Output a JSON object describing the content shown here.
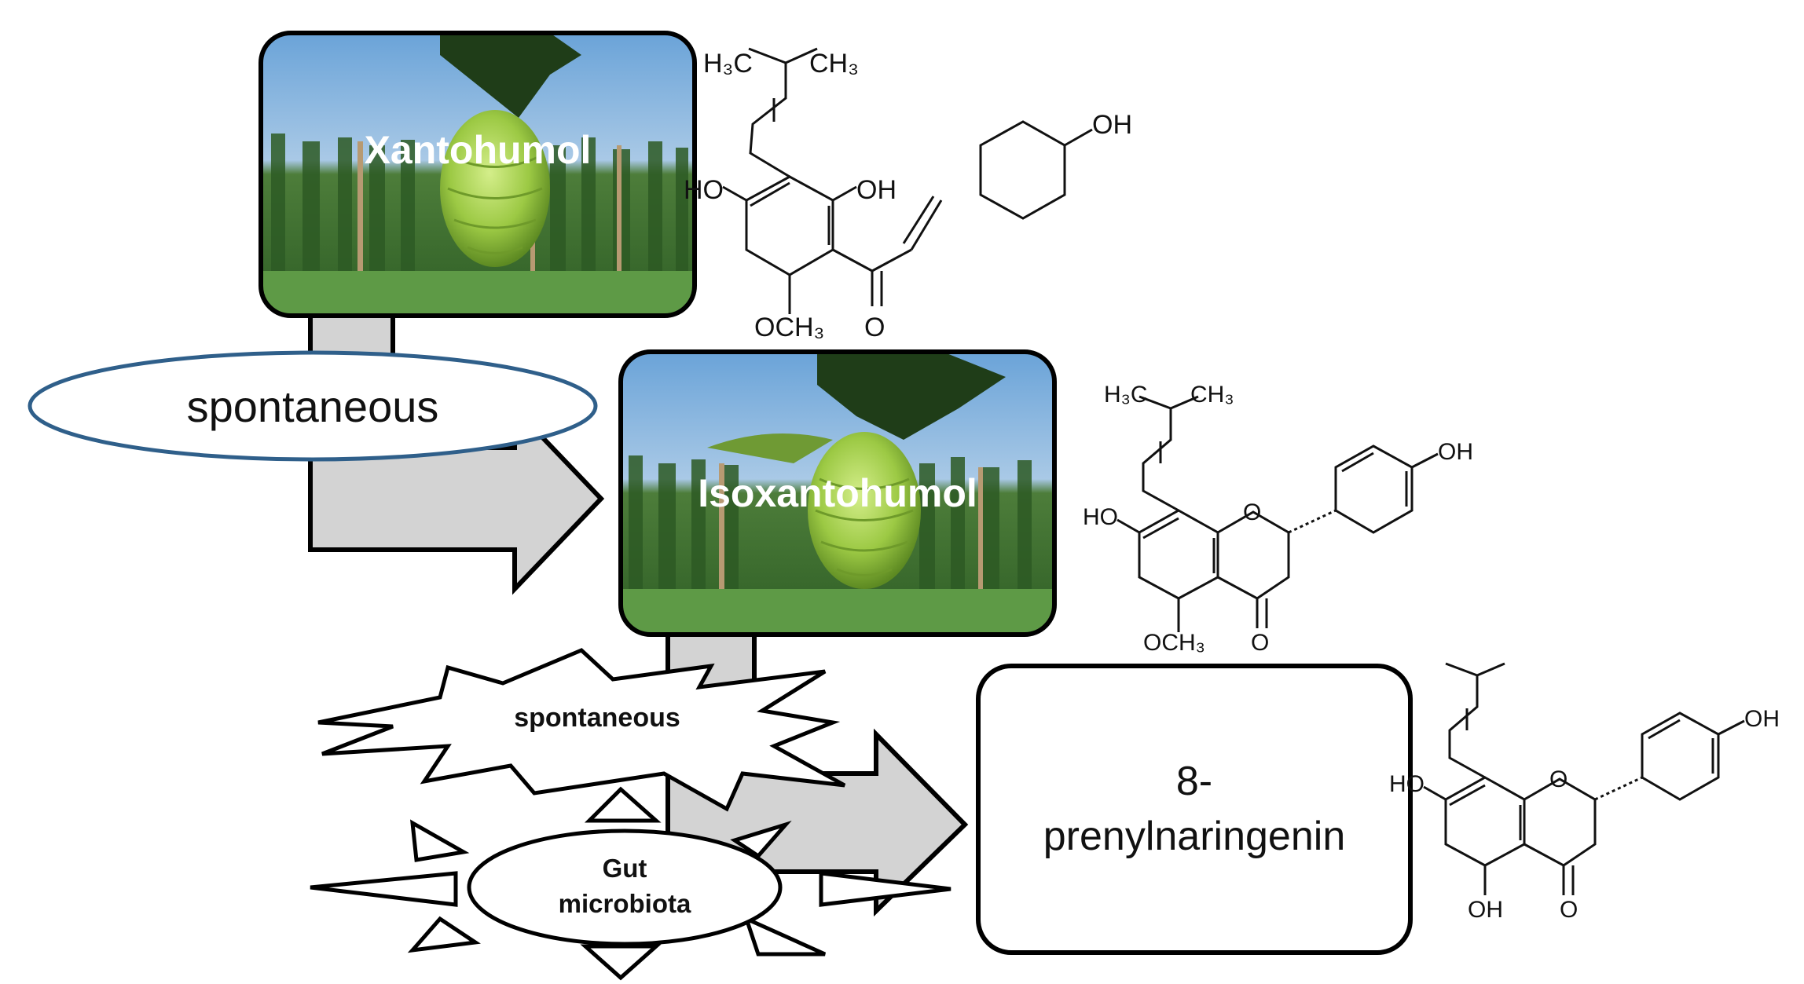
{
  "boxes": {
    "xanthohumol": {
      "label": "Xantohumol"
    },
    "isoxanthohumol": {
      "label": "Isoxantohumol"
    },
    "prenylnaringenin": {
      "line1": "8-",
      "line2": "prenylnaringenin"
    }
  },
  "steps": {
    "step1": "spontaneous",
    "step2": "spontaneous",
    "gut_line1": "Gut",
    "gut_line2": "microbiota"
  },
  "structures": {
    "s1": {
      "methyl_left": "H₃C",
      "methyl_right": "CH₃",
      "oh_left": "HO",
      "oh_mid": "OH",
      "oh_right": "OH",
      "och3": "OCH₃",
      "carbonyl_o": "O"
    },
    "s2": {
      "methyl_left": "H₃C",
      "methyl_right": "CH₃",
      "oh_left": "HO",
      "ring_o": "O",
      "oh_right": "OH",
      "och3": "OCH₃",
      "carbonyl_o": "O"
    },
    "s3": {
      "oh_left": "HO",
      "ring_o": "O",
      "oh_right": "OH",
      "oh_bottom": "OH",
      "carbonyl_o": "O"
    }
  },
  "colors": {
    "arrow_fill": "#d3d3d3",
    "ellipse_stroke": "#2f5f8a",
    "sky": "#7fb3e0",
    "field": "#3e7a33",
    "cone": "#9fce4a"
  }
}
